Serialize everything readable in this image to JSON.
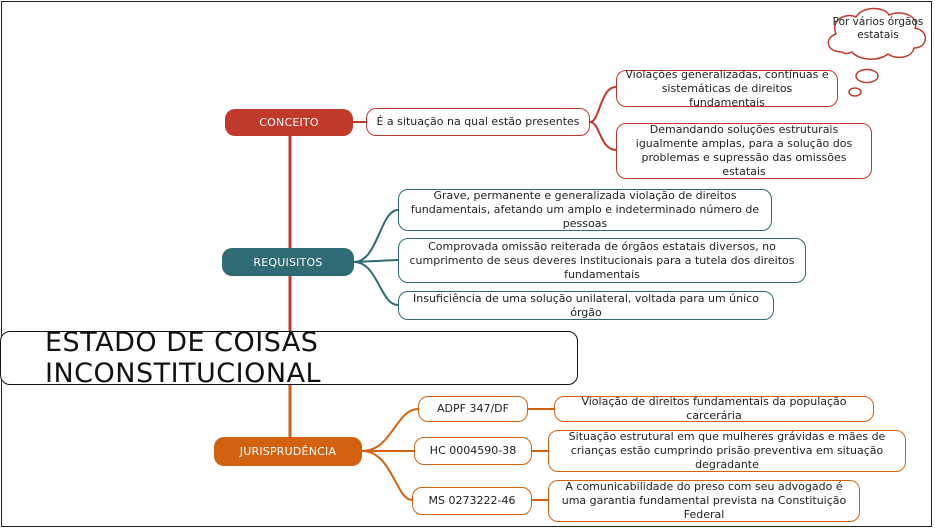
{
  "title": "ESTADO DE COISAS INCONSTITUCIONAL",
  "colors": {
    "conceito": "#c0392b",
    "requisitos": "#2e6b74",
    "jurisprudencia": "#d2620f"
  },
  "conceito": {
    "label": "CONCEITO",
    "definition": "É a situação na qual estão presentes",
    "items": [
      "Violações generalizadas, contínuas e sistemáticas de direitos fundamentais",
      "Demandando soluções estruturais igualmente amplas, para a solução dos problemas e supressão das omissões estatais"
    ],
    "note": "Por vários órgãos estatais"
  },
  "requisitos": {
    "label": "REQUISITOS",
    "items": [
      "Grave, permanente e generalizada violação de direitos fundamentais, afetando um amplo e indeterminado número de pessoas",
      "Comprovada omissão reiterada de órgãos estatais diversos, no cumprimento de seus deveres institucionais para a tutela dos direitos fundamentais",
      "Insuficiência de uma solução unilateral, voltada para um único órgão"
    ]
  },
  "jurisprudencia": {
    "label": "JURISPRUDÊNCIA",
    "cases": [
      {
        "id": "ADPF 347/DF",
        "desc": "Violação de direitos fundamentais da população carcerária"
      },
      {
        "id": "HC 0004590-38",
        "desc": "Situação estrutural em que mulheres grávidas e mães de crianças estão cumprindo prisão preventiva em situação degradante"
      },
      {
        "id": "MS 0273222-46",
        "desc": "A comunicabilidade do preso com seu advogado é uma garantia fundamental prevista na Constituição Federal"
      }
    ]
  }
}
